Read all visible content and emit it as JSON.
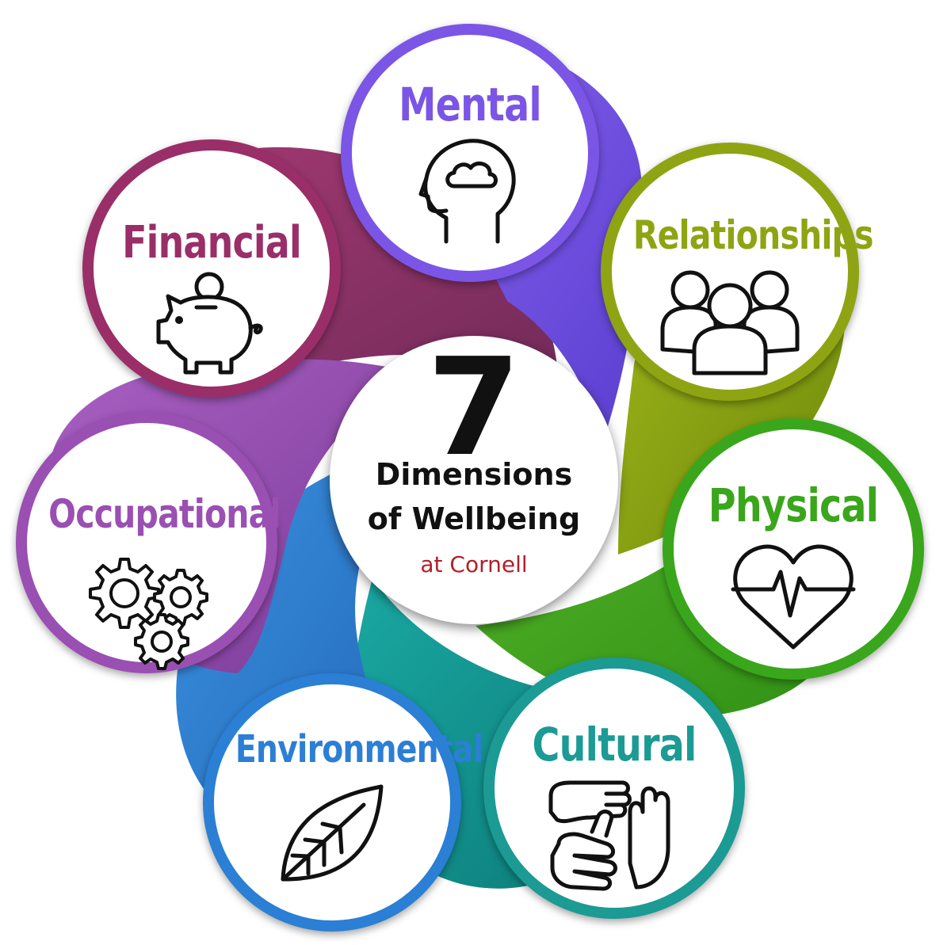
{
  "center": {
    "number": "7",
    "line1": "Dimensions",
    "line2": "of Wellbeing",
    "subtitle": "at Cornell"
  },
  "dimensions": [
    {
      "label": "Mental",
      "color": "#7b55e6",
      "icon": "head-cloud-icon"
    },
    {
      "label": "Relationships",
      "color": "#8fa413",
      "icon": "people-group-icon"
    },
    {
      "label": "Physical",
      "color": "#3aa61c",
      "icon": "heart-pulse-icon"
    },
    {
      "label": "Cultural",
      "color": "#1c9a94",
      "icon": "hands-icon"
    },
    {
      "label": "Environmental",
      "color": "#2b7fd4",
      "icon": "leaf-icon"
    },
    {
      "label": "Occupational",
      "color": "#9a4fb2",
      "icon": "gears-icon"
    },
    {
      "label": "Financial",
      "color": "#9a2e68",
      "icon": "piggy-bank-icon"
    }
  ],
  "colors": {
    "center_subtitle": "#b0202a",
    "swirl_financial": "#8e3468",
    "swirl_mental": "#6f52e0",
    "swirl_relationships": "#86a012",
    "swirl_physical": "#40a31a",
    "swirl_cultural": "#128d8a",
    "swirl_environmental": "#2f7fd0",
    "swirl_occupational": "#8e48ac"
  }
}
